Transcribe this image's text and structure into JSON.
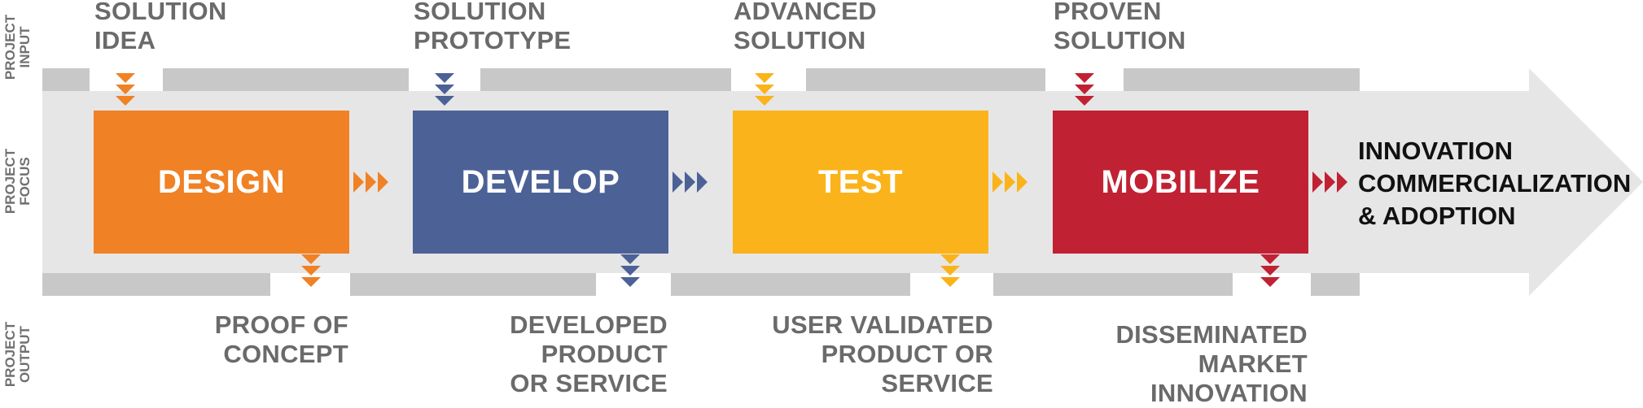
{
  "side_labels": {
    "input": [
      "PROJECT",
      "INPUT"
    ],
    "focus": [
      "PROJECT",
      "FOCUS"
    ],
    "output": [
      "PROJECT",
      "OUTPUT"
    ]
  },
  "stages": [
    {
      "name": "DESIGN",
      "color": "#F08125",
      "input": [
        "SOLUTION",
        "IDEA"
      ],
      "output": [
        "PROOF OF",
        "CONCEPT"
      ]
    },
    {
      "name": "DEVELOP",
      "color": "#4C6296",
      "input": [
        "SOLUTION",
        "PROTOTYPE"
      ],
      "output": [
        "DEVELOPED",
        "PRODUCT",
        "OR SERVICE"
      ]
    },
    {
      "name": "TEST",
      "color": "#FBB31B",
      "input": [
        "ADVANCED",
        "SOLUTION"
      ],
      "output": [
        "USER VALIDATED",
        "PRODUCT OR",
        "SERVICE"
      ]
    },
    {
      "name": "MOBILIZE",
      "color": "#C02233",
      "input": [
        "PROVEN",
        "SOLUTION"
      ],
      "output": [
        "DISSEMINATED",
        "MARKET",
        "INNOVATION"
      ]
    }
  ],
  "result": [
    "INNOVATION",
    "COMMERCIALIZATION",
    "& ADOPTION"
  ],
  "colors": {
    "arrow_body": "#E6E6E7",
    "band": "#C8C8C9",
    "label_text": "#6A6A6A",
    "result_text": "#111111"
  }
}
